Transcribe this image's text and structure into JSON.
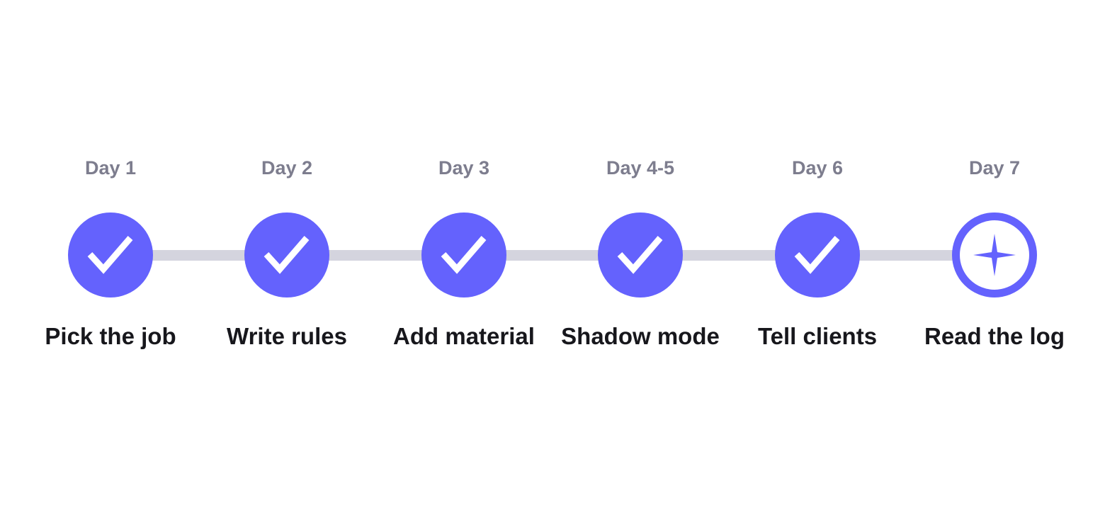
{
  "colors": {
    "accent": "#6462fd",
    "connector": "#d4d4de",
    "day_label": "#7d7d8e",
    "title": "#17171c"
  },
  "steps": [
    {
      "day": "Day 1",
      "title": "Pick the job",
      "status": "done",
      "icon": "check-icon"
    },
    {
      "day": "Day 2",
      "title": "Write rules",
      "status": "done",
      "icon": "check-icon"
    },
    {
      "day": "Day 3",
      "title": "Add material",
      "status": "done",
      "icon": "check-icon"
    },
    {
      "day": "Day 4-5",
      "title": "Shadow mode",
      "status": "done",
      "icon": "check-icon"
    },
    {
      "day": "Day 6",
      "title": "Tell clients",
      "status": "done",
      "icon": "check-icon"
    },
    {
      "day": "Day 7",
      "title": "Read the log",
      "status": "current",
      "icon": "sparkle-icon"
    }
  ]
}
